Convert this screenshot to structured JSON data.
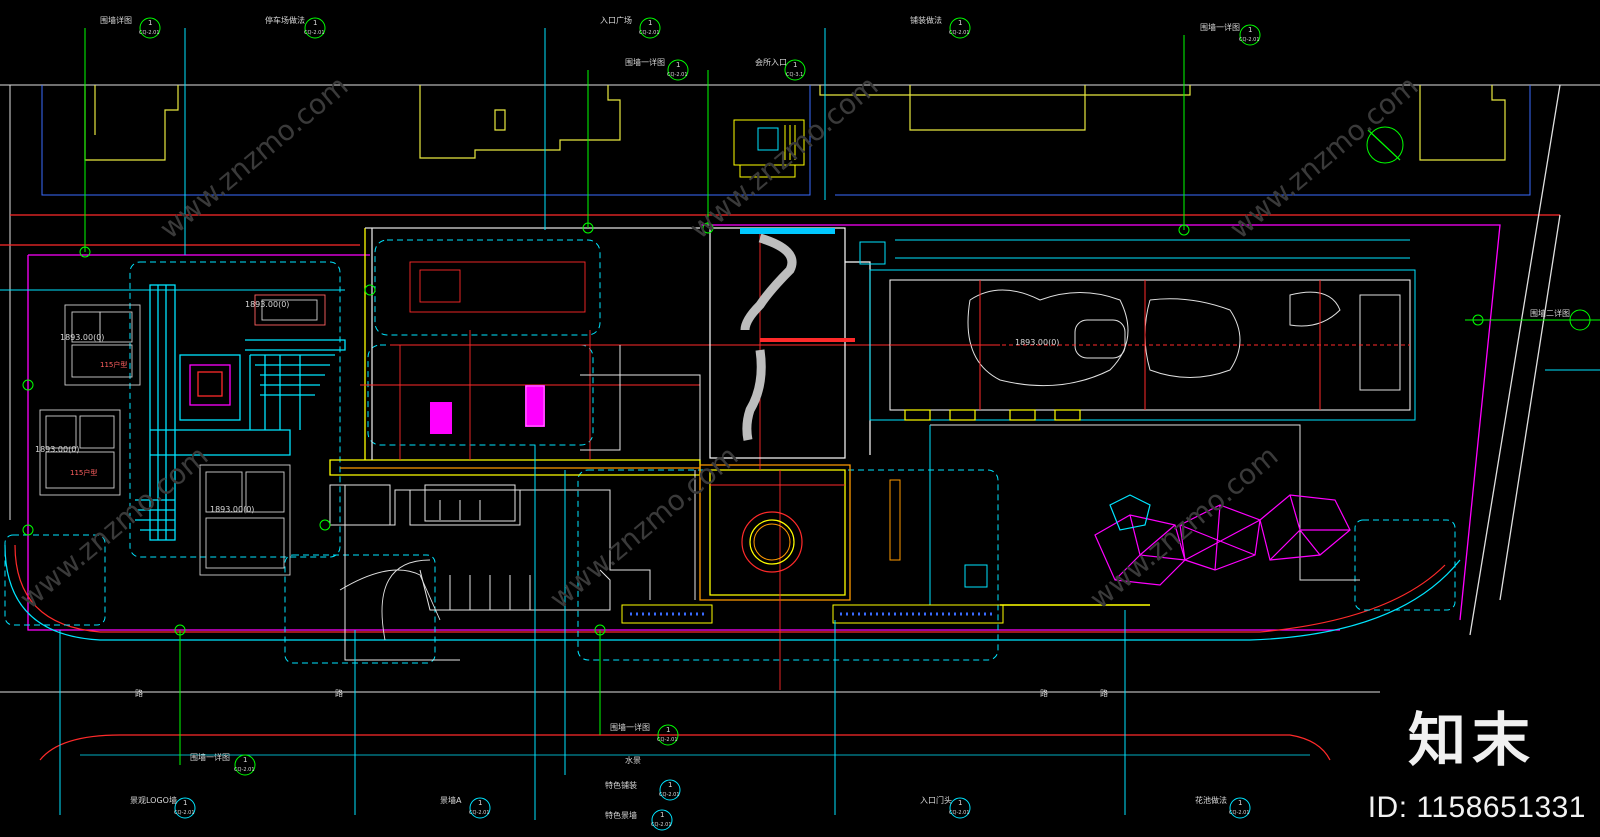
{
  "drawing": {
    "callouts": [
      {
        "title": "围墙详图",
        "ref_num": "1",
        "ref_sheet": "CQ-2.01"
      },
      {
        "title": "停车场做法",
        "ref_num": "1",
        "ref_sheet": "CQ-2.01"
      },
      {
        "title": "入口广场",
        "ref_num": "1",
        "ref_sheet": "CQ-2.01"
      },
      {
        "title": "铺装做法",
        "ref_num": "1",
        "ref_sheet": "CQ-2.01"
      },
      {
        "title": "围墙一详图",
        "ref_num": "1",
        "ref_sheet": "CQ-2.01"
      },
      {
        "title": "围墙一详图",
        "ref_num": "1",
        "ref_sheet": "CQ-2.01"
      },
      {
        "title": "会所入口",
        "ref_num": "1",
        "ref_sheet": "CQ-3.1"
      },
      {
        "title": "围墙二详图",
        "ref_num": "",
        "ref_sheet": ""
      },
      {
        "title": "围墙一详图",
        "ref_num": "1",
        "ref_sheet": "CQ-2.01"
      },
      {
        "title": "围墙一详图",
        "ref_num": "1",
        "ref_sheet": "CQ-2.01"
      },
      {
        "title": "景观LOGO墙",
        "ref_num": "1",
        "ref_sheet": "CQ-2.01"
      },
      {
        "title": "景墙A",
        "ref_num": "1",
        "ref_sheet": "CQ-2.01"
      },
      {
        "title": "水景",
        "ref_num": "",
        "ref_sheet": ""
      },
      {
        "title": "特色铺装",
        "ref_num": "1",
        "ref_sheet": "CQ-2.01"
      },
      {
        "title": "特色景墙",
        "ref_num": "1",
        "ref_sheet": "CQ-2.01"
      },
      {
        "title": "入口门头",
        "ref_num": "1",
        "ref_sheet": "CQ-2.01"
      },
      {
        "title": "花池做法",
        "ref_num": "1",
        "ref_sheet": "CQ-2.01"
      }
    ],
    "elevations": [
      "1893.00(0)",
      "1893.00(0)",
      "1893.00(0)",
      "1893.00(0)",
      "1893.00(0)"
    ],
    "unit_labels": [
      "115户型",
      "115户型"
    ],
    "road_marks": [
      "路",
      "路",
      "路",
      "路"
    ]
  },
  "watermark": {
    "brand": "知末",
    "url": "www.znzmo.com"
  },
  "image_id": "ID: 1158651331",
  "colors": {
    "bg": "#000000",
    "cyan": "#00e5ff",
    "magenta": "#ff00ff",
    "yellow": "#ffff00",
    "red": "#ff2a2a",
    "green": "#00ff00",
    "white": "#ffffff",
    "blue": "#3a6cff"
  }
}
